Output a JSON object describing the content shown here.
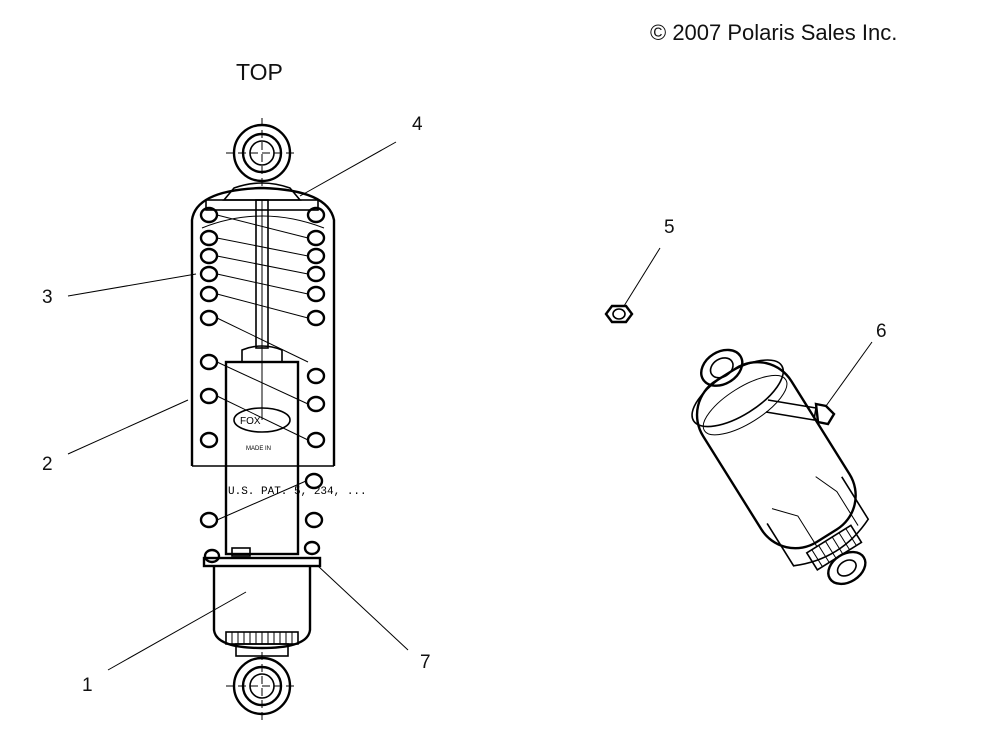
{
  "copyright": "© 2007 Polaris Sales Inc.",
  "view_label": "TOP",
  "callouts": [
    "1",
    "2",
    "3",
    "4",
    "5",
    "6",
    "7"
  ],
  "shock_body_text": "U.S. PAT. 5, 234, ..."
}
